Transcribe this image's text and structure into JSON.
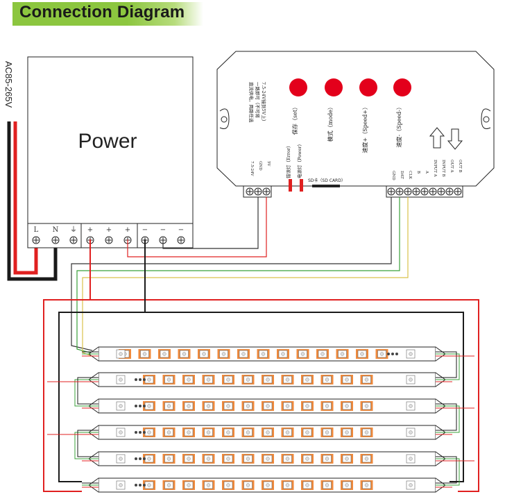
{
  "header": {
    "title": "Connection Diagram"
  },
  "mains_label": "AC85-265V",
  "power_supply": {
    "label": "Power",
    "terminals": [
      "L",
      "N",
      "⏚",
      "+",
      "+",
      "+",
      "−",
      "−",
      "−"
    ]
  },
  "controller": {
    "note_lines": [
      "直流供电，两路任选",
      "一路即可（不可将",
      "7.5-24V接到5V上）"
    ],
    "buttons": [
      {
        "label": "保存（set）"
      },
      {
        "label": "模式（mode）"
      },
      {
        "label": "速度+（Speed+）"
      },
      {
        "label": "速度-（Speed-）"
      }
    ],
    "power_terminals": [
      "7.5-24V",
      "GND",
      "5V"
    ],
    "led_labels": [
      "错误灯（Error）",
      "电源灯（Power）"
    ],
    "sd_label": "SD卡（SD CARD）",
    "output_terminals": [
      "GND",
      "DAT",
      "CLK",
      "B",
      "A",
      "INPUT A",
      "INPUT B",
      "OUT A",
      "OUT B"
    ]
  },
  "colors": {
    "red_wire": "#e02020",
    "black_wire": "#1a1a1a",
    "green_wire": "#3aa03a",
    "yellow_wire": "#d9c24a",
    "button_red": "#e3001b",
    "banner_green": "#8cc63f",
    "led_orange": "#f08a3c"
  }
}
